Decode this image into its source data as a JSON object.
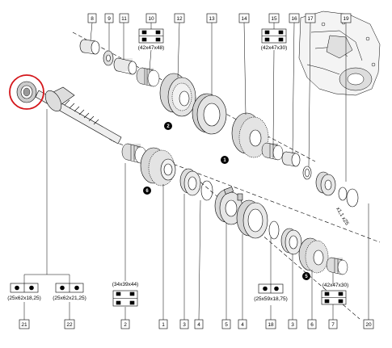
{
  "callouts": {
    "c8": "8",
    "c9": "9",
    "c11": "11",
    "c10": "10",
    "c12": "12",
    "c13": "13",
    "c14": "14",
    "c15": "15",
    "c16": "16",
    "c17": "17",
    "c19": "19",
    "c21": "21",
    "c22": "22",
    "c2": "2",
    "c1": "1",
    "c3": "3",
    "c4a": "4",
    "c5": "5",
    "c4b": "4",
    "c18": "18",
    "c3b": "3",
    "c6": "6",
    "c7": "7",
    "c20": "20"
  },
  "dimensions": {
    "d10": "(42x47x48)",
    "d15": "(42x47x30)",
    "d2": "(34x39x44)",
    "d18": "(25x59x18,75)",
    "d7": "(42x47x30)",
    "d21": "(25x62x18,25)",
    "d22": "(25x62x21,25)",
    "d19": "x1,1  x25"
  },
  "markers": {
    "m1": "1",
    "m2": "2",
    "m5": "5",
    "m6": "6"
  },
  "colors": {
    "line": "#000000",
    "highlight": "#d4161b",
    "part_fill": "#e8e8e8",
    "marker": "#000000"
  }
}
